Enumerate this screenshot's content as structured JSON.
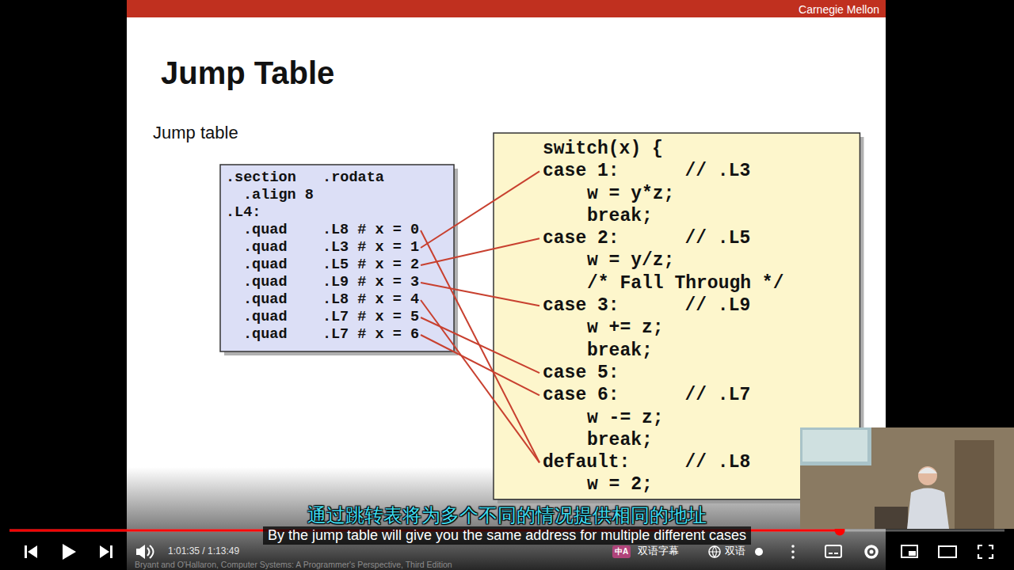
{
  "diagram": {
    "title": "Jump Table",
    "nodes": [
      {
        "text": [
          ".section   .rodata",
          ".align 8",
          ".L4:"
        ]
      },
      {
        "text": [
          ".quad    .L8 # x = 0"
        ],
        "in": 0
      },
      {
        "text": [
          ".quad    .L3 # x = 1"
        ],
        "in": 0
      },
      {
        "text": [
          ".quad    .L5 # x = 2"
        ],
        "in": 0
      },
      {
        "text": [
          ".quad    .L9 # x = 3"
        ],
        "in": 0
      },
      {
        "text": [
          ".quad    .L8 # x = 4"
        ],
        "in": 0
      },
      {
        "text": [
          ".quad    .L7 # x = 5"
        ],
        "in": 0
      },
      {
        "text": [
          ".quad    .L7 # x = 6"
        ],
        "in": 0
      },
      {
        "text": [
          "switch(x) {"
        ]
      },
      {
        "text": [
          "case 1:      // .L3",
          "w = y*z;",
          "break;"
        ],
        "in": 8
      },
      {
        "text": [
          "case 2:      // .L5",
          "w = y/z;",
          "/* Fall Through */"
        ],
        "in": 8
      },
      {
        "text": [
          "case 3:      // .L9",
          "w += z;",
          "break;"
        ],
        "in": 8
      },
      {
        "text": [
          "case 5:"
        ],
        "in": 8
      },
      {
        "text": [
          "case 6:      // .L7",
          "w -= z;",
          "break;"
        ],
        "in": 8
      },
      {
        "text": [
          "default:     // .L8",
          "w = 2;"
        ],
        "in": 8
      }
    ],
    "edges": [
      {
        "from": 1,
        "to": 14,
        "arrow": "none"
      },
      {
        "from": 2,
        "to": 9,
        "arrow": "none"
      },
      {
        "from": 3,
        "to": 10,
        "arrow": "none"
      },
      {
        "from": 4,
        "to": 11,
        "arrow": "none"
      },
      {
        "from": 5,
        "to": 14,
        "arrow": "none"
      },
      {
        "from": 6,
        "to": 12,
        "arrow": "none"
      },
      {
        "from": 7,
        "to": 13,
        "arrow": "none"
      }
    ],
    "labels": [
      "Carnegie Mellon",
      "Jump table",
      "通过跳转表将为多个不同的情况提供相同的地址",
      "By the jump table will give you the same address for multiple different cases",
      "1:01:35 / 1:13:49",
      "中A",
      "双语字幕",
      "双语",
      "Bryant and O'Hallaron, Computer Systems: A Programmer's Perspective, Third Edition"
    ]
  }
}
